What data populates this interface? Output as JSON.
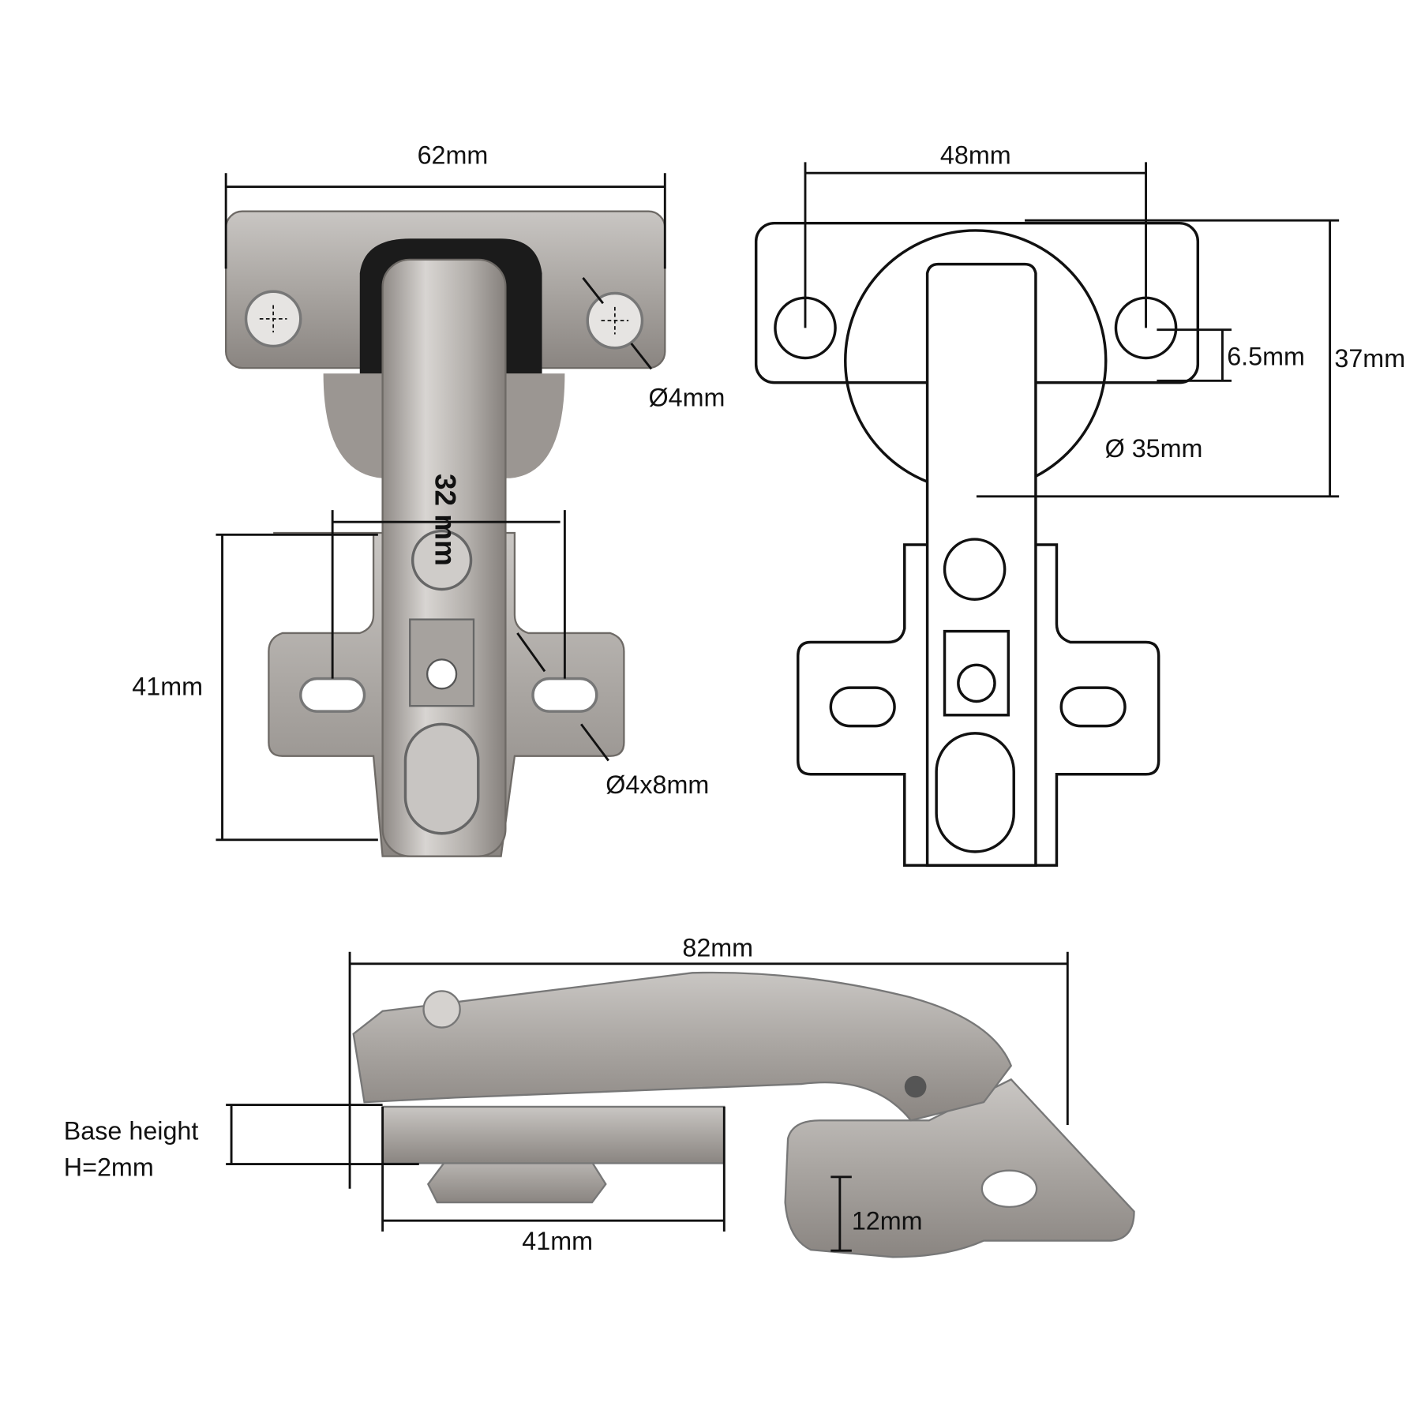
{
  "title": "Concealed cabinet hinge dimensions",
  "front_view": {
    "width_label": "62mm",
    "screw_hole_label": "Ø4mm",
    "hole_spacing_label": "32 mm",
    "height_label": "41mm",
    "slot_label": "Ø4x8mm"
  },
  "outline_view": {
    "hole_distance_label": "48mm",
    "offset_label": "6.5mm",
    "depth_label": "37mm",
    "cup_diameter_label": "Ø 35mm"
  },
  "side_view": {
    "length_label": "82mm",
    "base_height_label": "Base height",
    "base_height_value": "H=2mm",
    "base_length_label": "41mm",
    "cup_depth_label": "12mm"
  },
  "colors": {
    "metal": "#b9b5b1",
    "metal_dark": "#7d7874",
    "ink": "#111111"
  }
}
